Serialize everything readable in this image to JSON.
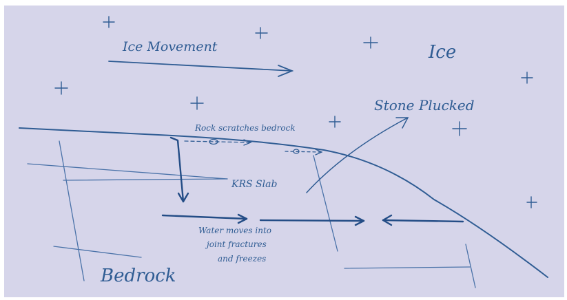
{
  "diagram": {
    "colors": {
      "paper": "#d6d5ea",
      "ink": "#2f5c93",
      "ink_dark": "#244d86"
    },
    "labels": {
      "ice_movement": "Ice Movement",
      "ice": "Ice",
      "stone_plucked": "Stone Plucked",
      "rock_scratches": "Rock scratches bedrock",
      "krs_slab": "KRS Slab",
      "water_line1": "Water moves into",
      "water_line2": "joint fractures",
      "water_line3": "and freezes",
      "bedrock": "Bedrock"
    },
    "ice_markers": [
      "+",
      "+",
      "+",
      "+",
      "+",
      "+",
      "+",
      "+",
      "+"
    ]
  }
}
